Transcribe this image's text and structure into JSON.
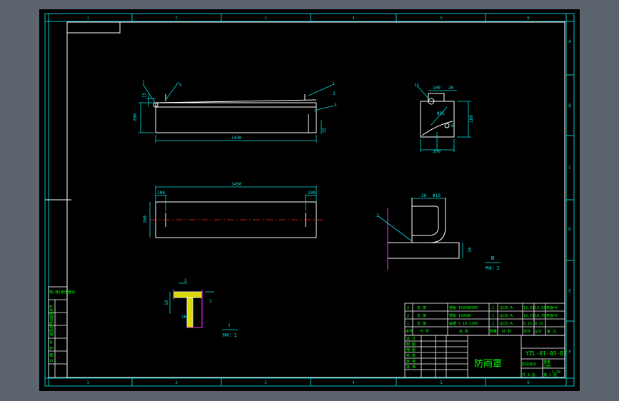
{
  "colors": {
    "background": "#000000",
    "frame": "#00c8c8",
    "part": "#ffffff",
    "dimension": "#00e0e0",
    "label": "#00ff00",
    "centerline": "#ff2020",
    "section": "#ff30ff",
    "hatch": "#ffff00",
    "outer": "#5c6470"
  },
  "frame": {
    "zone_numbers_top": [
      "1",
      "2",
      "3",
      "4",
      "5",
      "6"
    ],
    "zone_numbers_bottom": [
      "1",
      "2",
      "3",
      "4",
      "5",
      "6"
    ],
    "zone_letters": [
      "A",
      "B",
      "C",
      "D",
      "E",
      "F"
    ]
  },
  "front_view": {
    "dim_height": "200",
    "dim_length": "1430",
    "dim_left_small": "15",
    "dim_right_small": "55",
    "callouts": [
      "1",
      "2",
      "3",
      "5"
    ]
  },
  "side_view": {
    "dim_top_a": "100",
    "dim_top_b": "20",
    "dim_hole": "Φ35",
    "dim_height": "180",
    "dim_width": "300",
    "callouts": [
      "11",
      "6"
    ]
  },
  "top_view": {
    "dim_total": "1450",
    "dim_left": "100",
    "dim_right": "100",
    "dim_height": "280"
  },
  "detail_view": {
    "dim_a": "30",
    "dim_b": "Φ10",
    "dim_side": "10",
    "callout": "3",
    "label_top": "Ⅲ",
    "label_bottom": "M4：1"
  },
  "small_section": {
    "dim_top": "3",
    "dim_left": "10",
    "dim_mid": "16",
    "dim_right": "3",
    "label_top": "Ⅰ",
    "label_bottom": "M4：1"
  },
  "left_stamp_rows": [
    "借(通)用件登记",
    "",
    "旧底图总号",
    "底图总号",
    "签 字",
    "日 期"
  ],
  "bom": {
    "rows": [
      [
        "3",
        "支 架",
        "钢板 150X80X60",
        "1",
        "Q235-A",
        "13.33",
        "13.33",
        "表面=5"
      ],
      [
        "2",
        "支 架",
        "钢板 150X80",
        "1",
        "Q235-A",
        "10.78",
        "10.78",
        "表面=5"
      ],
      [
        "1",
        "支 架",
        "扁钢 5 10 1300",
        "1",
        "Q235-A",
        "8.15",
        "8.15",
        ""
      ]
    ],
    "header": [
      "序号",
      "代 号",
      "名 称",
      "数量",
      "材 料",
      "单件",
      "总计",
      "备 注"
    ]
  },
  "title_block": {
    "drawing_no": "YZL-01-03-03",
    "title": "防雨罩",
    "roles": [
      "设 计",
      "制 图",
      "描 图",
      "校 核",
      "审 核",
      "批 准"
    ],
    "stage_label": "阶段标记",
    "weight_label": "重量",
    "scale_label": "比例",
    "scale_value": "1:10",
    "sheet_label": "共 1 张",
    "sheet_of": "第 1 张"
  }
}
